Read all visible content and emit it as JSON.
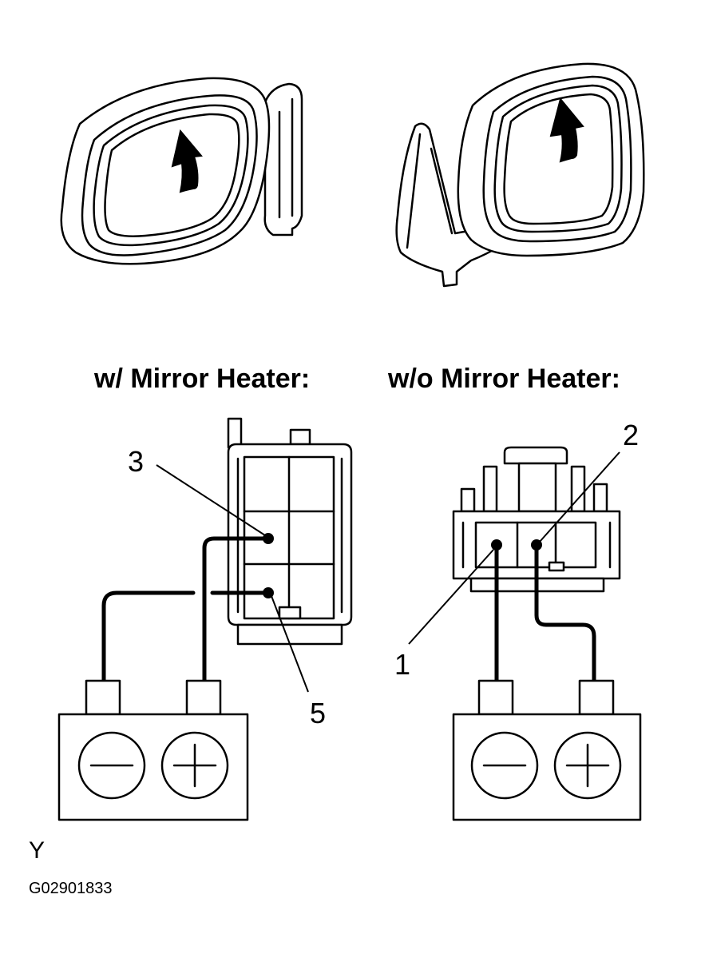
{
  "headings": {
    "with_heater": "w/ Mirror Heater:",
    "without_heater": "w/o Mirror Heater:"
  },
  "terminals": {
    "t3": "3",
    "t5": "5",
    "t1": "1",
    "t2": "2"
  },
  "corner_mark": "Y",
  "figure_code": "G02901833",
  "icons": {
    "mirror": "side-mirror-icon",
    "arrow": "curved-up-arrow-icon",
    "connector": "connector-icon",
    "battery": "battery-icon"
  }
}
